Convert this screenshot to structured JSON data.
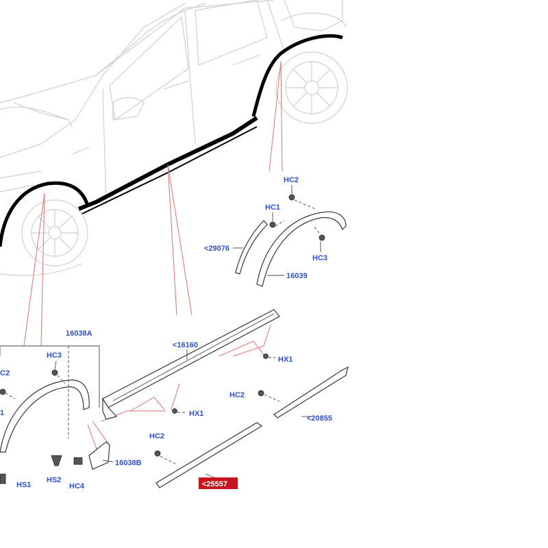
{
  "callouts": {
    "hc2_top": "HC2",
    "hc1": "HC1",
    "p29076": "<29076",
    "hc3_right": "HC3",
    "p16039": "16039",
    "p16038a": "16038A",
    "p16160": "<16160",
    "hx1_upper": "HX1",
    "hc3_left": "HC3",
    "c2_edge": "C2",
    "one_edge": "1",
    "hx1_lower": "HX1",
    "hc2_mid": "HC2",
    "p20855": "<20855",
    "hc2_low": "HC2",
    "p16038b": "16038B",
    "hs1": "HS1",
    "hs2": "HS2",
    "hc4": "HC4",
    "p25557": "<25557"
  },
  "colors": {
    "label": "#2a4fd6",
    "highlight_bg": "#c8141e",
    "guide_line": "#e07070",
    "vehicle_outline": "#cfcfcf",
    "part_outline": "#333333"
  }
}
